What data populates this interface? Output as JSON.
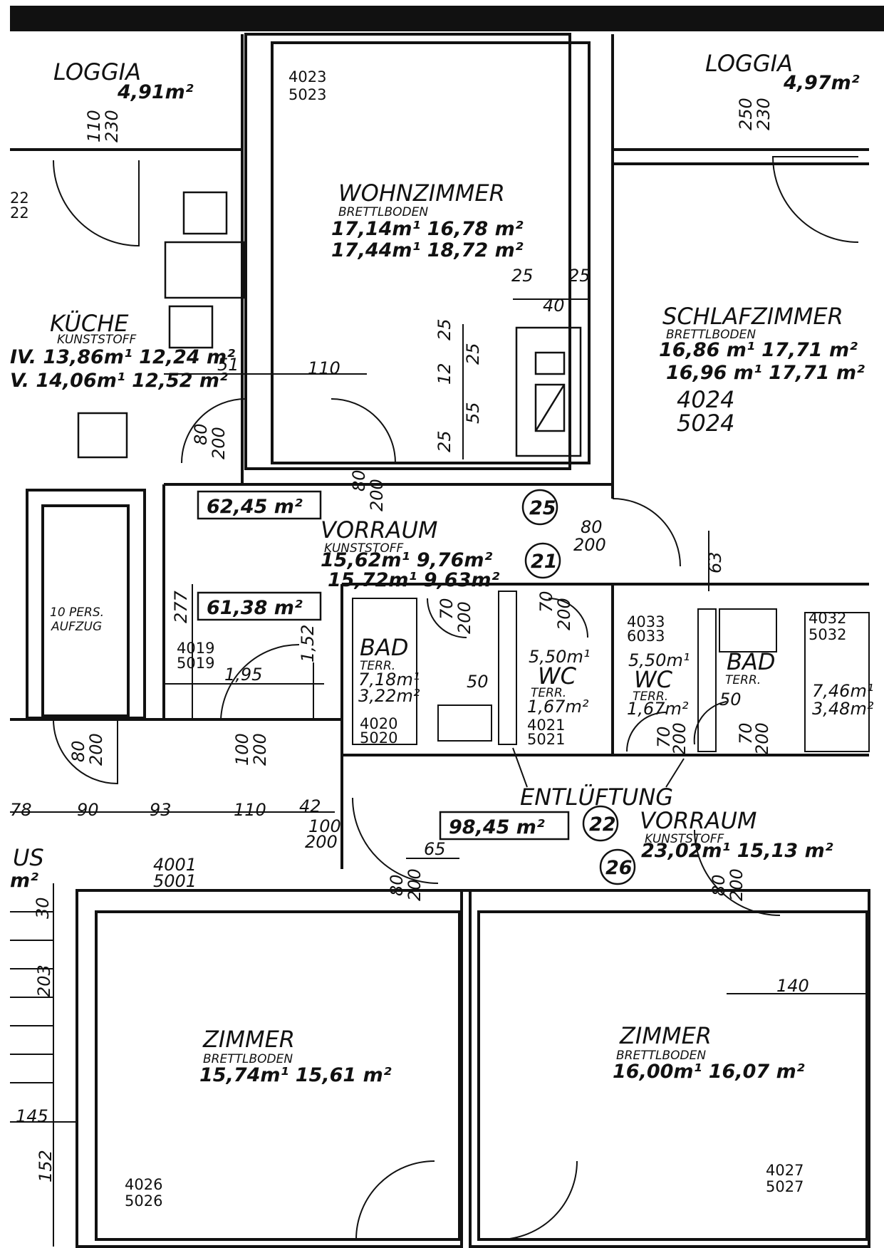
{
  "rooms": {
    "loggia_left": {
      "name": "LOGGIA",
      "area": "4,91m²"
    },
    "loggia_right": {
      "name": "LOGGIA",
      "area": "4,97m²"
    },
    "wohnzimmer": {
      "name": "WOHNZIMMER",
      "floor": "BRETTLBODEN",
      "area_line1": "17,14m¹ 16,78 m²",
      "area_line2": "17,44m¹ 18,72 m²",
      "code1": "4023",
      "code2": "5023"
    },
    "kueche": {
      "name": "KÜCHE",
      "floor": "KUNSTSTOFF",
      "area_line1": "IV. 13,86m¹ 12,24 m²",
      "area_line2": "V. 14,06m¹ 12,52 m²"
    },
    "schlafzimmer": {
      "name": "SCHLAFZIMMER",
      "floor": "BRETTLBODEN",
      "area_line1": "16,86 m¹ 17,71 m²",
      "area_line2": "16,96 m¹ 17,71 m²",
      "code1": "4024",
      "code2": "5024"
    },
    "vorraum_upper": {
      "name": "VORRAUM",
      "floor": "KUNSTSTOFF",
      "area_line1": "15,62m¹ 9,76m²",
      "area_line2": "15,72m¹ 9,63m²"
    },
    "bad_left": {
      "name": "BAD",
      "floor": "TERR.",
      "area_line1": "7,18m¹",
      "area_line2": "3,22m²",
      "code1": "4020",
      "code2": "5020"
    },
    "wc_left": {
      "name": "WC",
      "floor": "TERR.",
      "area_line1": "5,50m¹",
      "area_line2": "1,67m²",
      "code1": "4021",
      "code2": "5021"
    },
    "wc_right": {
      "name": "WC",
      "floor": "TERR.",
      "area_line1": "5,50m¹",
      "area_line2": "1,67m²",
      "code1": "4033",
      "code2": "6033"
    },
    "bad_right": {
      "name": "BAD",
      "floor": "TERR.",
      "area_line1": "7,46m¹",
      "area_line2": "3,48m²",
      "code1": "4032",
      "code2": "5032"
    },
    "aufzug": {
      "line1": "10 PERS.",
      "line2": "AUFZUG"
    },
    "vorraum_lower": {
      "name": "VORRAUM",
      "floor": "KUNSTSTOFF",
      "area_line1": "23,02m¹ 15,13 m²"
    },
    "zimmer_left": {
      "name": "ZIMMER",
      "floor": "BRETTLBODEN",
      "area_line1": "15,74m¹ 15,61 m²",
      "code1": "4026",
      "code2": "5026"
    },
    "zimmer_right": {
      "name": "ZIMMER",
      "floor": "BRETTLBODEN",
      "area_line1": "16,00m¹ 16,07 m²",
      "code1": "4027",
      "code2": "5027"
    },
    "haus_fragment": {
      "name": "US",
      "area": "m²"
    }
  },
  "totals": {
    "box1": "62,45 m²",
    "box2": "61,38 m²",
    "box3": "98,45 m²"
  },
  "circles": {
    "c25": "25",
    "c21": "21",
    "c22": "22",
    "c26": "26"
  },
  "labels": {
    "entlueftung": "ENTLÜFTUNG",
    "left_codes1": "22",
    "left_codes2": "22",
    "code_4019": "4019",
    "code_5019": "5019",
    "code_4001": "4001",
    "code_5001": "5001"
  },
  "dimensions": {
    "d110_top": "110",
    "d230_top": "230",
    "d250_r1": "250",
    "d230_r2": "230",
    "d25_a": "25",
    "d25_b": "25",
    "d40": "40",
    "d25_v1": "25",
    "d25_v2": "25",
    "d12": "12",
    "d55": "55",
    "d25_v3": "25",
    "d51": "51",
    "d110_mid": "110",
    "d80_k": "80",
    "d200_k": "200",
    "d80_v": "80",
    "d200_v": "200",
    "d80_s": "80",
    "d200_s": "200",
    "d63": "63",
    "d277": "277",
    "d195": "1,95",
    "d152": "1,52",
    "d70_b": "70",
    "d200_b": "200",
    "d50_b": "50",
    "d70_w": "70",
    "d200_w": "200",
    "d50_r": "50",
    "d70_r1": "70",
    "d200_r1": "200",
    "d70_r2": "70",
    "d200_r2": "200",
    "d80_a": "80",
    "d200_a": "200",
    "d100": "100",
    "d200_c": "200",
    "row_78": "78",
    "row_90": "90",
    "row_93": "93",
    "row_110": "110",
    "row_42": "42",
    "d100_b": "100",
    "d200_d": "200",
    "d80_z1": "80",
    "d200_z1": "200",
    "d80_z2": "80",
    "d200_z2": "200",
    "d65": "65",
    "d140": "140",
    "d30": "30",
    "d203": "203",
    "d145": "145",
    "d152_l": "152"
  }
}
